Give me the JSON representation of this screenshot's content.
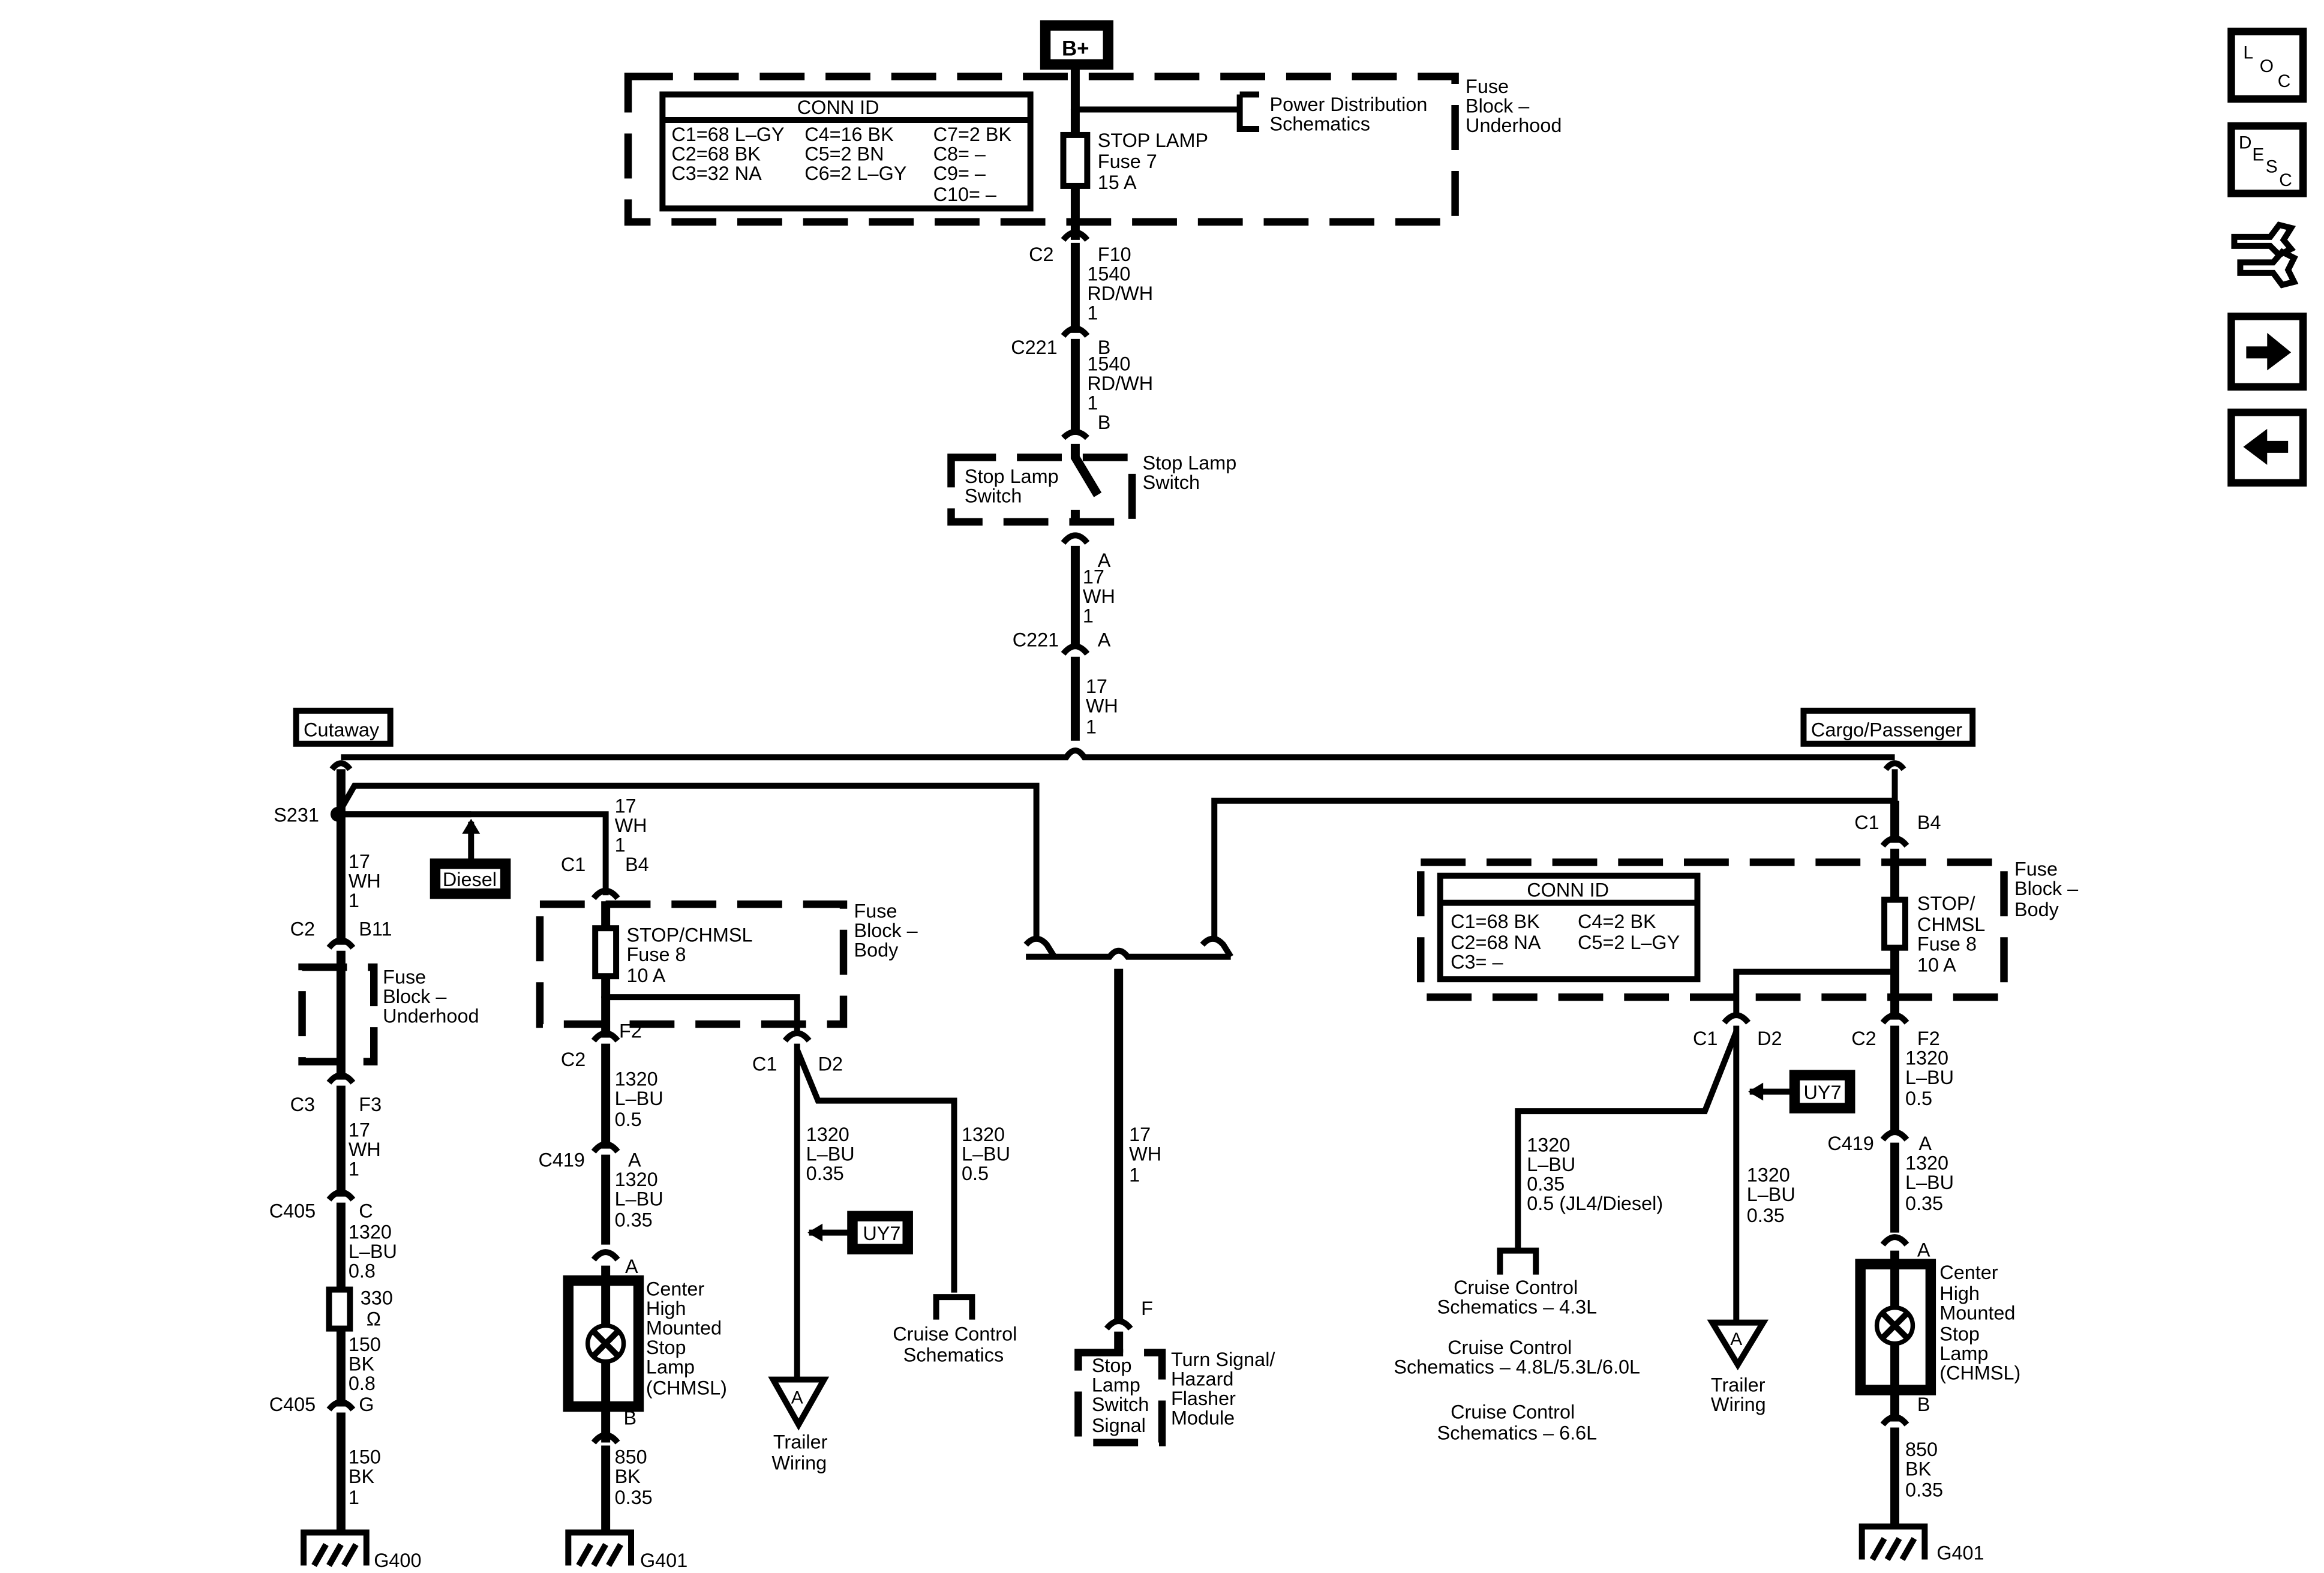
{
  "nav": {
    "loc": "LOC",
    "desc": "DESC"
  },
  "power": {
    "bplus": "B+",
    "block_top": "Fuse",
    "block_mid": "Block –",
    "block_bot": "Underhood",
    "pd_1": "Power Distribution",
    "pd_2": "Schematics",
    "fuse_1": "STOP LAMP",
    "fuse_2": "Fuse 7",
    "fuse_3": "15 A",
    "connid_title": "CONN ID",
    "connid": [
      "C1=68 L–GY",
      "C4=16 BK",
      "C7=2 BK",
      "C2=68 BK",
      "C5=2 BN",
      "C8= –",
      "C3=32 NA",
      "C6=2 L–GY",
      "C9= –",
      "C10= –"
    ]
  },
  "trunk": {
    "c2": "C2",
    "f10": "F10",
    "w1_a": "1540",
    "w1_b": "RD/WH",
    "w1_c": "1",
    "c221a": "C221",
    "b_up": "B",
    "w2_a": "1540",
    "w2_b": "RD/WH",
    "w2_c": "1",
    "b_low": "B",
    "sw_a": "Stop Lamp",
    "sw_b": "Switch",
    "sw2_a": "Stop Lamp",
    "sw2_b": "Switch",
    "a1": "A",
    "w3_a": "17",
    "w3_b": "WH",
    "w3_c": "1",
    "c221b": "C221",
    "a2": "A",
    "w4_a": "17",
    "w4_b": "WH",
    "w4_c": "1"
  },
  "labels": {
    "cutaway": "Cutaway",
    "cargo": "Cargo/Passenger",
    "diesel": "Diesel",
    "uy7": "UY7"
  },
  "left": {
    "s231": "S231",
    "w_a": "17",
    "w_b": "WH",
    "w_c": "1",
    "c2": "C2",
    "b11": "B11",
    "fb_1": "Fuse",
    "fb_2": "Block –",
    "fb_3": "Underhood",
    "c3": "C3",
    "f3": "F3",
    "w2_a": "17",
    "w2_b": "WH",
    "w2_c": "1",
    "c405a": "C405",
    "c": "C",
    "w3_a": "1320",
    "w3_b": "L–BU",
    "w3_c": "0.8",
    "r_a": "330",
    "r_b": "Ω",
    "w4_a": "150",
    "w4_b": "BK",
    "w4_c": "0.8",
    "c405b": "C405",
    "g": "G",
    "w5_a": "150",
    "w5_b": "BK",
    "w5_c": "1",
    "g400": "G400"
  },
  "mid": {
    "w_a": "17",
    "w_b": "WH",
    "w_c": "1",
    "c1": "C1",
    "b4": "B4",
    "fuse_1": "STOP/CHMSL",
    "fuse_2": "Fuse 8",
    "fuse_3": "10 A",
    "fb_1": "Fuse",
    "fb_2": "Block –",
    "fb_3": "Body",
    "c2": "C2",
    "f2": "F2",
    "w2_a": "1320",
    "w2_b": "L–BU",
    "w2_c": "0.5",
    "c419": "C419",
    "a": "A",
    "w3_a": "1320",
    "w3_b": "L–BU",
    "w3_c": "0.35",
    "a2": "A",
    "lamp_1": "Center",
    "lamp_2": "High",
    "lamp_3": "Mounted",
    "lamp_4": "Stop",
    "lamp_5": "Lamp",
    "lamp_6": "(CHMSL)",
    "b": "B",
    "w4_a": "850",
    "w4_b": "BK",
    "w4_c": "0.35",
    "g401": "G401",
    "c1b": "C1",
    "d2": "D2",
    "w5_a": "1320",
    "w5_b": "L–BU",
    "w5_c": "0.35",
    "w6_a": "1320",
    "w6_b": "L–BU",
    "w6_c": "0.5",
    "trailer_a": "A",
    "trailer_1": "Trailer",
    "trailer_2": "Wiring",
    "cc_1": "Cruise Control",
    "cc_2": "Schematics"
  },
  "center": {
    "w_a": "17",
    "w_b": "WH",
    "w_c": "1",
    "f": "F",
    "sl_1": "Stop",
    "sl_2": "Lamp",
    "sl_3": "Switch",
    "sl_4": "Signal",
    "ts_1": "Turn Signal/",
    "ts_2": "Hazard",
    "ts_3": "Flasher",
    "ts_4": "Module"
  },
  "right": {
    "c1": "C1",
    "b4": "B4",
    "fb_1": "Fuse",
    "fb_2": "Block –",
    "fb_3": "Body",
    "connid_title": "CONN ID",
    "connid": [
      "C1=68 BK",
      "C4=2 BK",
      "C2=68 NA",
      "C5=2 L–GY",
      "C3= –"
    ],
    "fuse_1": "STOP/",
    "fuse_2": "CHMSL",
    "fuse_3": "Fuse 8",
    "fuse_4": "10 A",
    "c1b": "C1",
    "d2": "D2",
    "c2": "C2",
    "f2": "F2",
    "w_a": "1320",
    "w_b": "L–BU",
    "w_c": "0.5",
    "c419": "C419",
    "a": "A",
    "w2_a": "1320",
    "w2_b": "L–BU",
    "w2_c": "0.35",
    "a2": "A",
    "lamp_1": "Center",
    "lamp_2": "High",
    "lamp_3": "Mounted",
    "lamp_4": "Stop",
    "lamp_5": "Lamp",
    "lamp_6": "(CHMSL)",
    "b": "B",
    "w3_a": "850",
    "w3_b": "BK",
    "w3_c": "0.35",
    "g401": "G401",
    "cw_a": "1320",
    "cw_b": "L–BU",
    "cw_c": "0.35",
    "cw_d": "0.5 (JL4/Diesel)",
    "tw_a": "1320",
    "tw_b": "L–BU",
    "tw_c": "0.35",
    "trailer_a": "A",
    "trailer_1": "Trailer",
    "trailer_2": "Wiring",
    "cc1_1": "Cruise Control",
    "cc1_2": "Schematics – 4.3L",
    "cc2_1": "Cruise Control",
    "cc2_2": "Schematics – 4.8L/5.3L/6.0L",
    "cc3_1": "Cruise Control",
    "cc3_2": "Schematics – 6.6L"
  }
}
